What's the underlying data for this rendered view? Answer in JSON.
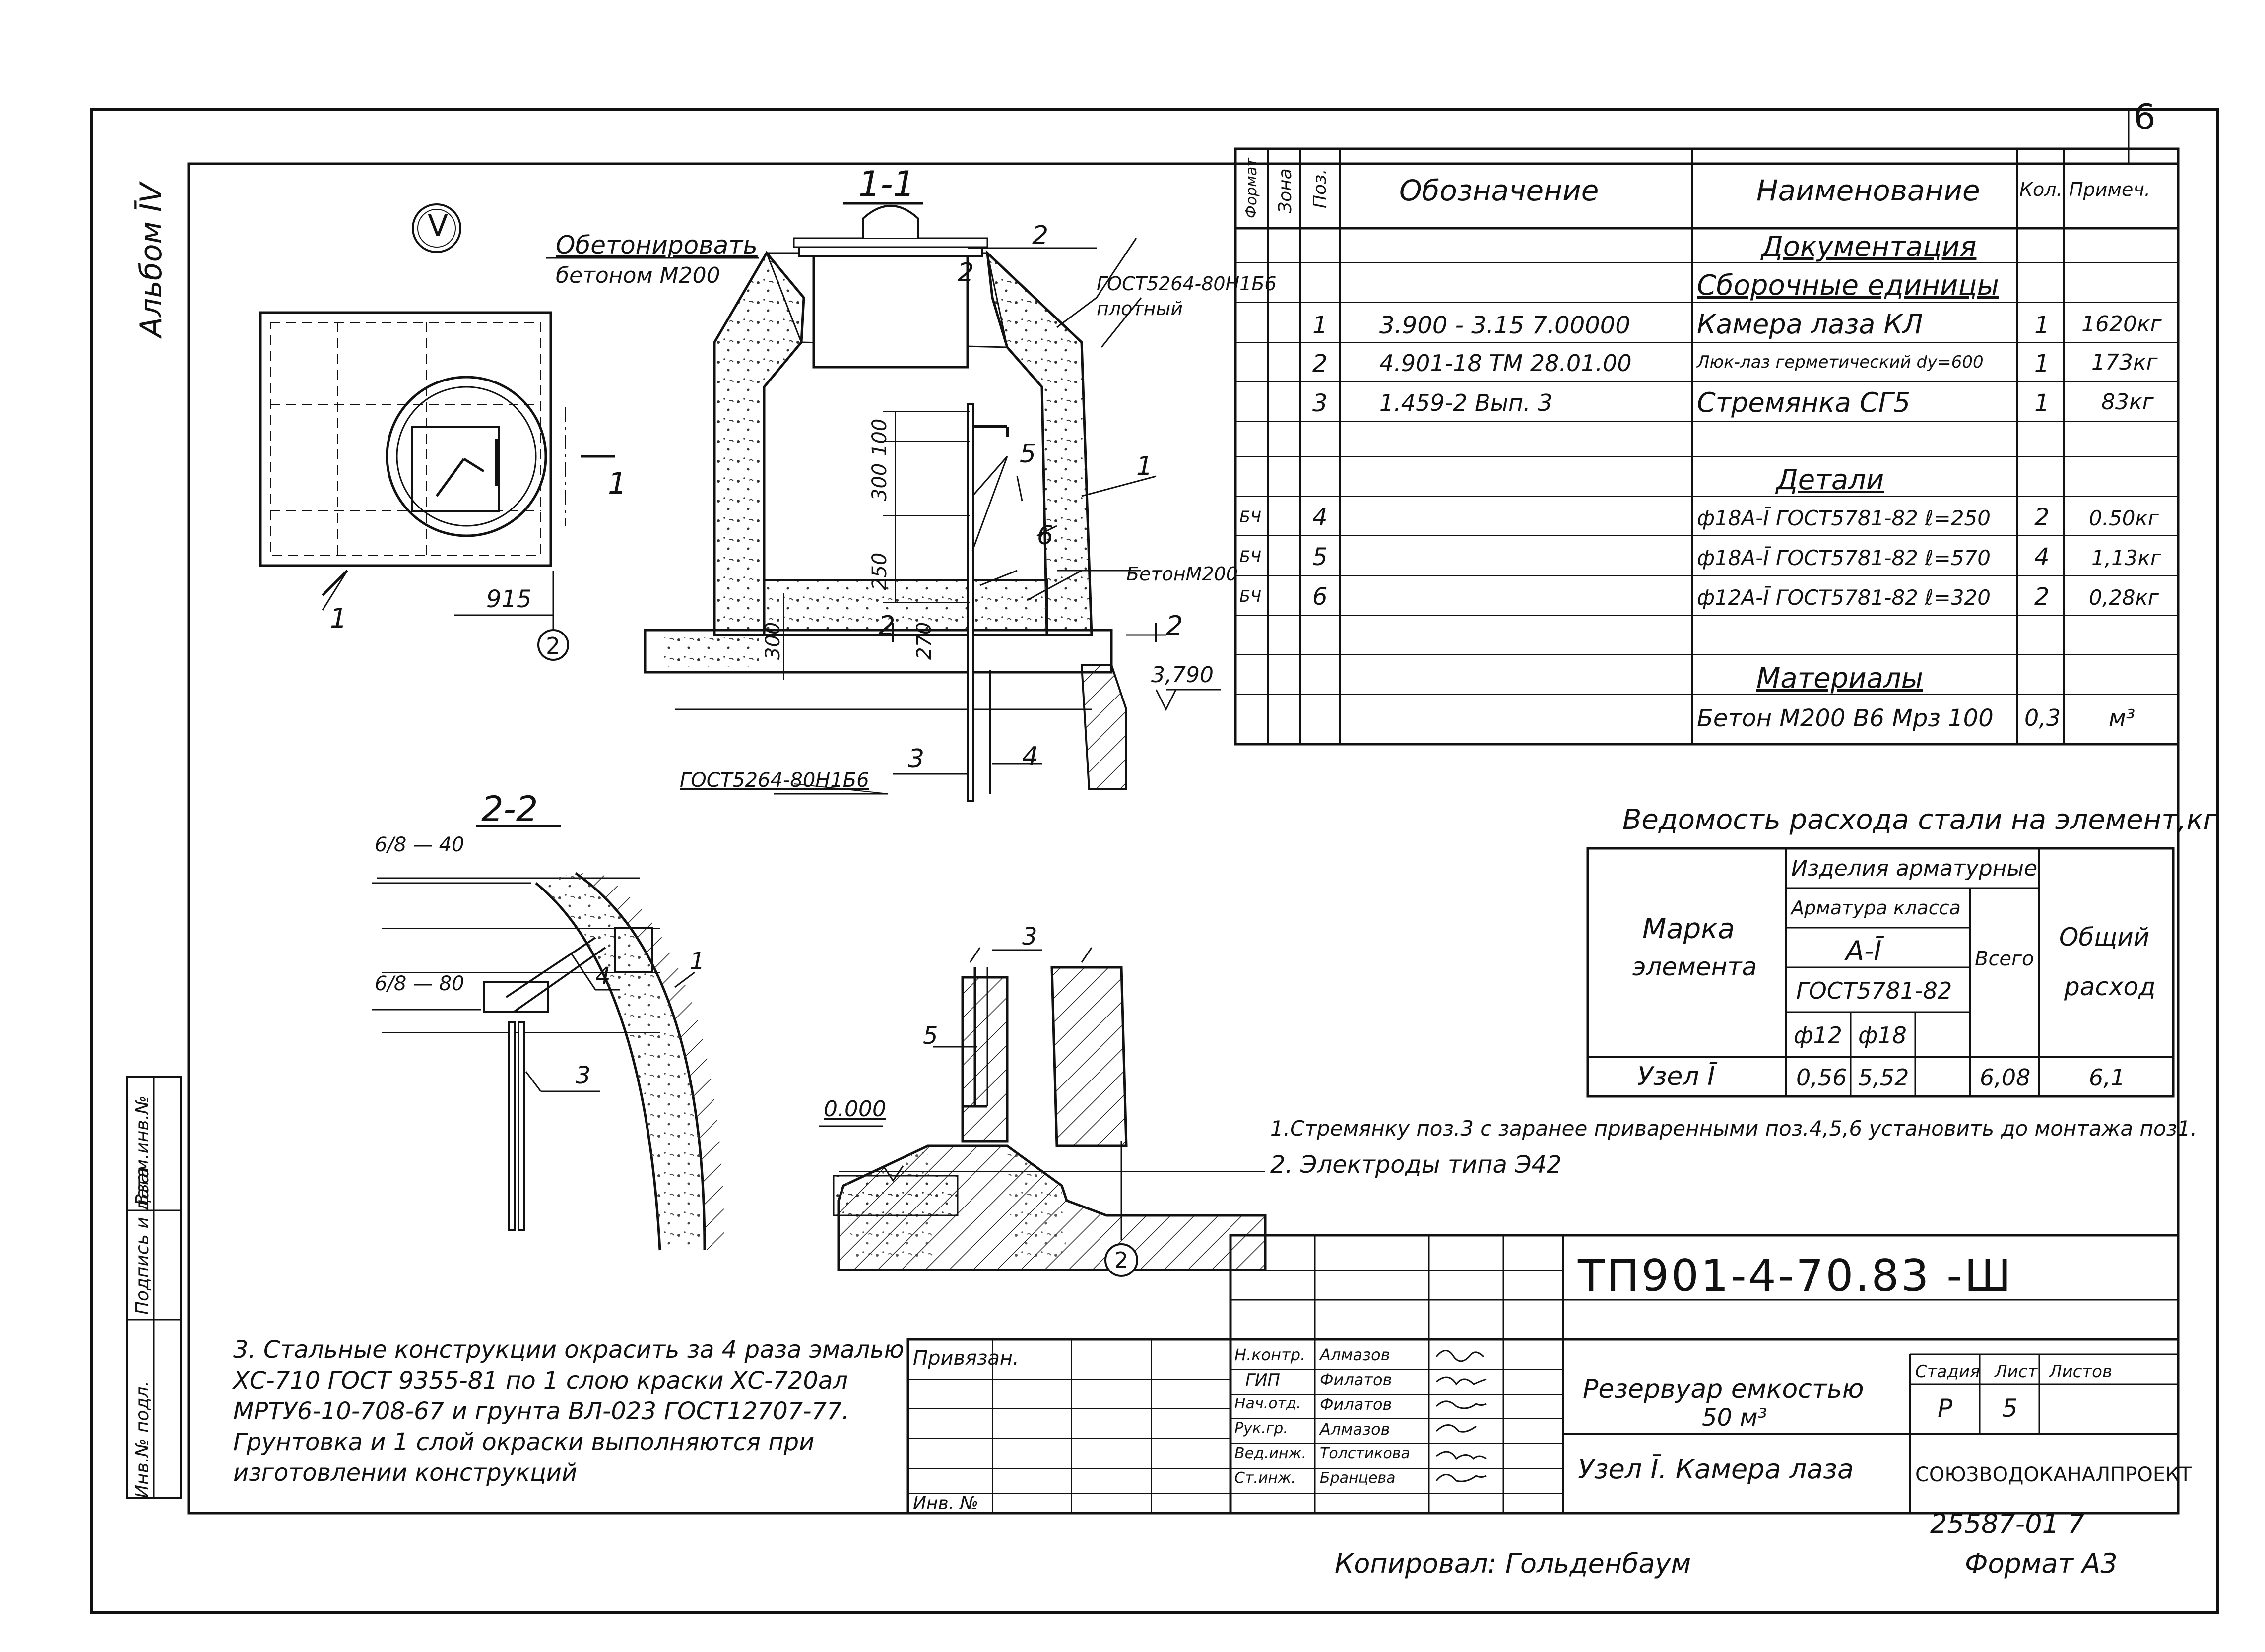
{
  "sheet": {
    "page_number": "6",
    "album_label": "Альбом ĪV",
    "format": "Формат А3",
    "copied_by": "Копировал: Гольденбаум",
    "archive_number": "25587-01 7"
  },
  "views": {
    "node_mark": "V",
    "section_1_1": "1-1",
    "section_2_2": "2-2",
    "concrete_note": [
      "Обетонировать",
      "бетоном М200"
    ],
    "gost_top": [
      "ГОСТ5264-80Н1Б6",
      "плотный"
    ],
    "gost_bottom": "ГОСТ5264-80Н1Б6",
    "beton_label": "БетонМ200",
    "dims": {
      "d915": "915",
      "d100": "100",
      "d300a": "300",
      "d250": "250",
      "d300b": "300",
      "d270": "270",
      "elev_3790": "3,790",
      "elev_0000": "0.000",
      "weld_top": "6/8 — 40",
      "weld_bottom": "6/8 — 80"
    },
    "positions": [
      "1",
      "2",
      "3",
      "4",
      "5",
      "6"
    ],
    "axis_label": "2",
    "section_marks": [
      "1",
      "2"
    ]
  },
  "spec_table": {
    "headers": {
      "format": "Формат",
      "zone": "Зона",
      "pos": "Поз.",
      "designation": "Обозначение",
      "name": "Наименование",
      "qty": "Кол.",
      "note": "Примеч."
    },
    "section_documents": "Документация",
    "section_assemblies": "Сборочные единицы",
    "section_details": "Детали",
    "section_materials": "Материалы",
    "rows": [
      {
        "format": "",
        "pos": "1",
        "designation": "3.900 - 3.15  7.00000",
        "name": "Камера лаза КЛ",
        "qty": "1",
        "note": "1620кг"
      },
      {
        "format": "",
        "pos": "2",
        "designation": "4.901-18   ТМ 28.01.00",
        "name": "Люк-лаз герметический dy=600",
        "qty": "1",
        "note": "173кг"
      },
      {
        "format": "",
        "pos": "3",
        "designation": "1.459-2  Вып. 3",
        "name": "Стремянка СГ5",
        "qty": "1",
        "note": "83кг"
      },
      {
        "format": "БЧ",
        "pos": "4",
        "designation": "",
        "name": "ф18А-Ī ГОСТ5781-82 ℓ=250",
        "qty": "2",
        "note": "0.50кг"
      },
      {
        "format": "БЧ",
        "pos": "5",
        "designation": "",
        "name": "ф18А-Ī ГОСТ5781-82 ℓ=570",
        "qty": "4",
        "note": "1,13кг"
      },
      {
        "format": "БЧ",
        "pos": "6",
        "designation": "",
        "name": "ф12А-Ī ГОСТ5781-82 ℓ=320",
        "qty": "2",
        "note": "0,28кг"
      },
      {
        "format": "",
        "pos": "",
        "designation": "",
        "name": "Бетон М200 В6 Мрз 100",
        "qty": "0,3",
        "note": "м³"
      }
    ]
  },
  "steel_table": {
    "title": "Ведомость расхода стали на элемент,кг",
    "col_mark": [
      "Марка",
      "элемента"
    ],
    "col_products": "Изделия арматурные",
    "col_rebar_class": "Арматура класса",
    "col_class": "А-Ī",
    "col_gost": "ГОСТ5781-82",
    "col_d12": "ф12",
    "col_d18": "ф18",
    "col_total": "Всего",
    "col_general": [
      "Общий",
      "расход"
    ],
    "row": {
      "mark": "Узел Ī",
      "d12": "0,56",
      "d18": "5,52",
      "total": "6,08",
      "general": "6,1"
    }
  },
  "notes": [
    "1.Стремянку поз.3 с заранее приваренными поз.4,5,6 установить до монтажа поз1.",
    "2. Электроды  типа  Э42",
    "3. Стальные  конструкции  окрасить  за  4 раза  эмалью ХС-710 ГОСТ 9355-81 по 1 слою краски ХС-720ал МРТУ6-10-708-67 и грунта ВЛ-023 ГОСТ12707-77. Грунтовка и 1 слой окраски  выполняются при изготовлении  конструкций"
  ],
  "title_block": {
    "code": "ТП901-4-70.83  -Ш",
    "project": [
      "Резервуар емкостью",
      "50 м³"
    ],
    "sheet_title": "Узел Ī.  Камера лаза",
    "stage_label": "Стадия",
    "sheet_label": "Лист",
    "sheets_label": "Листов",
    "stage": "Р",
    "sheet": "5",
    "organization": "СОЮЗВОДОКАНАЛПРОЕКТ",
    "bound": "Привязан.",
    "inv": "Инв. №",
    "roles": [
      {
        "role": "Н.контр.",
        "name": "Алмазов"
      },
      {
        "role": "ГИП",
        "name": "Филатов"
      },
      {
        "role": "Нач.отд.",
        "name": "Филатов"
      },
      {
        "role": "Рук.гр.",
        "name": "Алмазов"
      },
      {
        "role": "Вед.инж.",
        "name": "Толстикова"
      },
      {
        "role": "Ст.инж.",
        "name": "Бранцева"
      }
    ],
    "side_stamp": [
      "Инв.№ подл.",
      "Подпись и дата",
      "Взам.инв.№"
    ]
  }
}
